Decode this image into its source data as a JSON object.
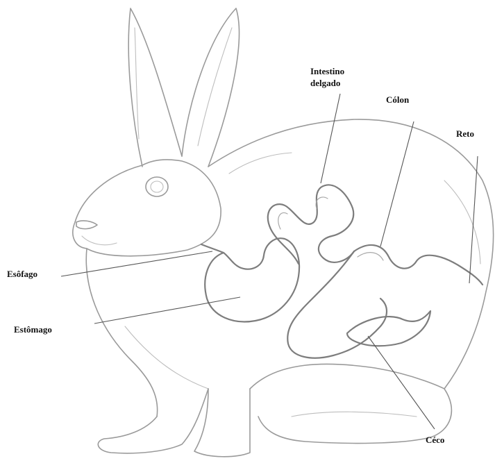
{
  "labels": {
    "intestino_delgado": "Intestino\ndelgado",
    "colon": "Cólon",
    "reto": "Reto",
    "esofago": "Esôfago",
    "estomago": "Estômago",
    "ceco": "Céco"
  }
}
